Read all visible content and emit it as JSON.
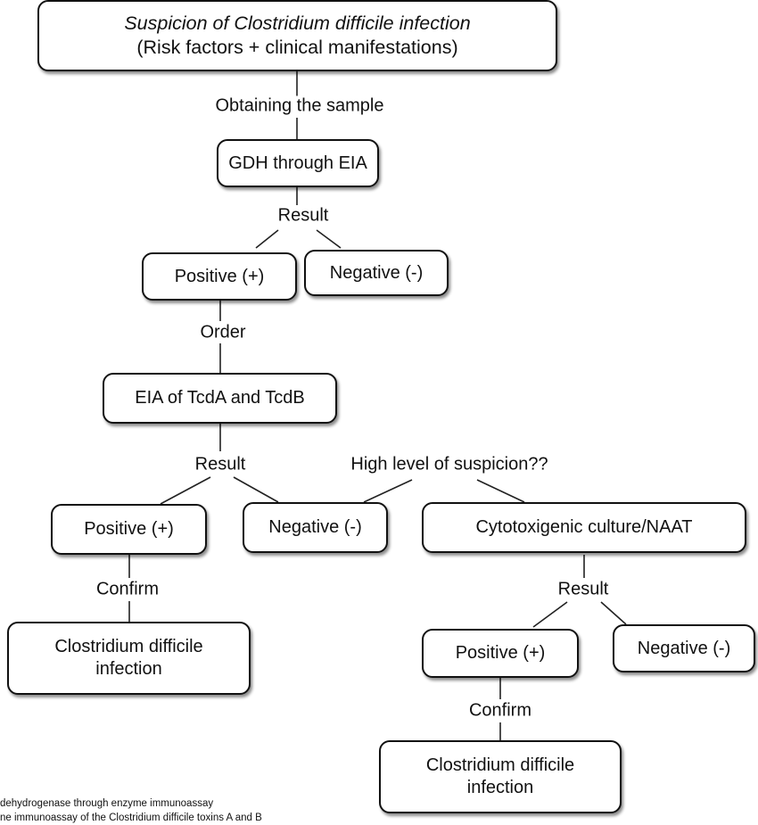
{
  "nodes": {
    "start_title": "Suspicion of Clostridium difficile infection",
    "start_subtitle": "(Risk factors + clinical manifestations)",
    "gdh": "GDH through EIA",
    "positive_1": "Positive (+)",
    "negative_1": "Negative (-)",
    "eia_toxins": "EIA of TcdA and TcdB",
    "positive_2": "Positive (+)",
    "negative_2": "Negative (-)",
    "cyto_culture": "Cytotoxigenic culture/NAAT",
    "cdi_left_line1": "Clostridium difficile",
    "cdi_left_line2": "infection",
    "positive_3": "Positive (+)",
    "negative_3": "Negative (-)",
    "cdi_right_line1": "Clostridium difficile",
    "cdi_right_line2": "infection"
  },
  "labels": {
    "obtaining_sample": "Obtaining the sample",
    "result_1": "Result",
    "order": "Order",
    "result_2": "Result",
    "high_suspicion": "High level of suspicion??",
    "confirm_1": "Confirm",
    "result_3": "Result",
    "confirm_2": "Confirm"
  },
  "footnotes": {
    "line1": "dehydrogenase through enzyme immunoassay",
    "line2": "ne immunoassay of the Clostridium difficile toxins A and B"
  }
}
